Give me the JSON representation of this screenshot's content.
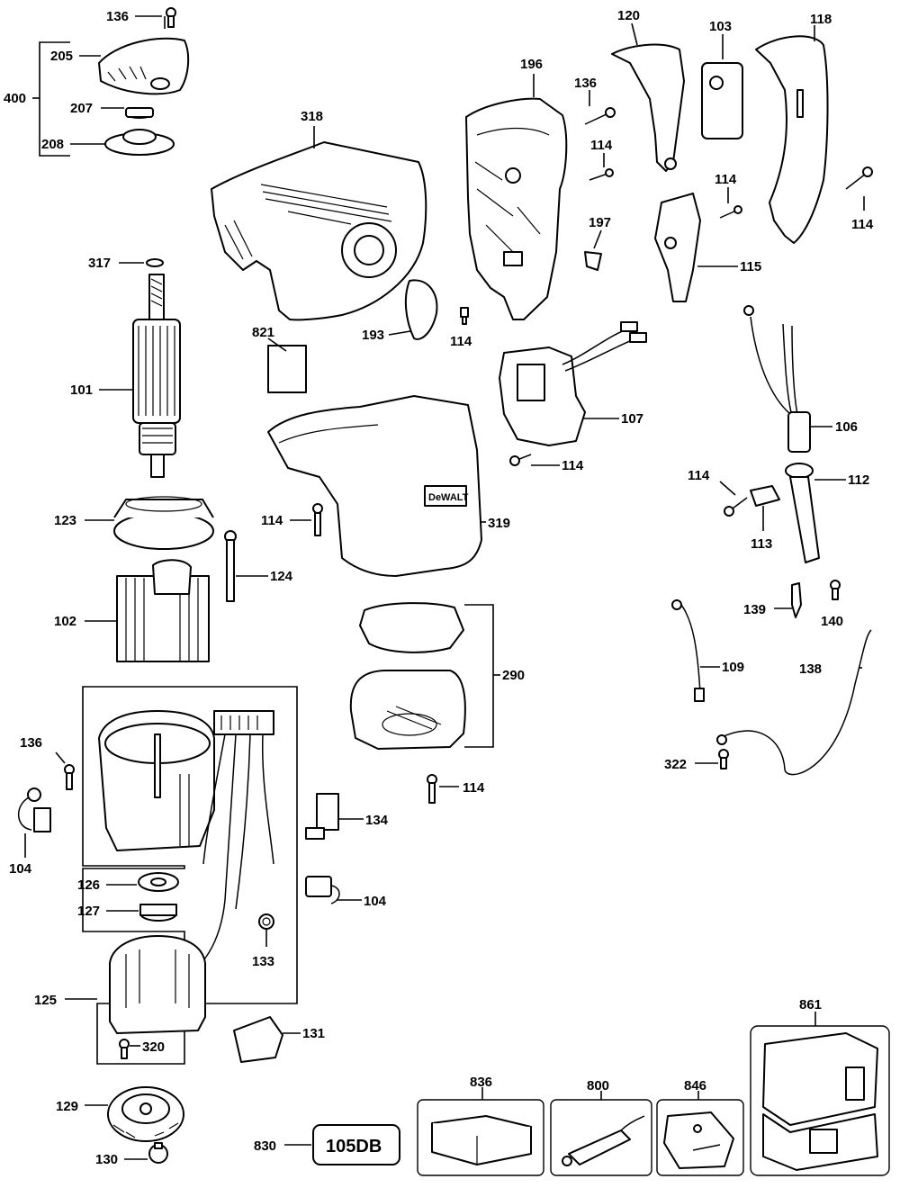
{
  "labels": {
    "l136a": "136",
    "l205": "205",
    "l400": "400",
    "l207": "207",
    "l208": "208",
    "l318": "318",
    "l196": "196",
    "l120": "120",
    "l103": "103",
    "l118": "118",
    "l136b": "136",
    "l114a": "114",
    "l114b": "114",
    "l114c": "114",
    "l197": "197",
    "l115": "115",
    "l317": "317",
    "l821": "821",
    "l193": "193",
    "l114d": "114",
    "l101": "101",
    "l107": "107",
    "l106": "106",
    "l114e": "114",
    "l114f": "114",
    "l112": "112",
    "l113": "113",
    "l123": "123",
    "l114g": "114",
    "l319": "319",
    "l124": "124",
    "l102": "102",
    "l139": "139",
    "l140": "140",
    "l290": "290",
    "l109": "109",
    "l138": "138",
    "l136c": "136",
    "l322": "322",
    "l114h": "114",
    "l134": "134",
    "l104a": "104",
    "l126": "126",
    "l127": "127",
    "l104b": "104",
    "l133": "133",
    "l125": "125",
    "l131": "131",
    "l320": "320",
    "l861": "861",
    "l836": "836",
    "l800": "800",
    "l846": "846",
    "l129": "129",
    "l830": "830",
    "l130": "130"
  },
  "kit_code": "105DB",
  "brand_mark": "DeWALT"
}
